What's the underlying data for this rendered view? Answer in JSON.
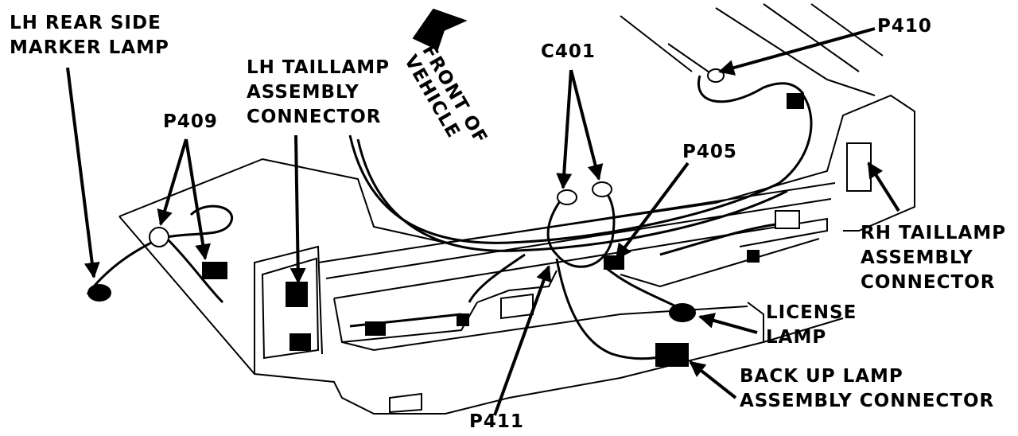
{
  "labels": {
    "lh_rear_side_marker": [
      "LH REAR SIDE",
      "MARKER LAMP"
    ],
    "p409": "P409",
    "lh_taillamp": [
      "LH TAILLAMP",
      "ASSEMBLY",
      "CONNECTOR"
    ],
    "front_of_vehicle": [
      "FRONT OF",
      "VEHICLE"
    ],
    "c401": "C401",
    "p410": "P410",
    "p405": "P405",
    "rh_taillamp": [
      "RH TAILLAMP",
      "ASSEMBLY",
      "CONNECTOR"
    ],
    "license_lamp": [
      "LICENSE",
      "LAMP"
    ],
    "back_up_lamp": [
      "BACK UP LAMP",
      "ASSEMBLY CONNECTOR"
    ],
    "p411": "P411"
  },
  "colors": {
    "ink": "#000000",
    "paper": "#ffffff"
  }
}
